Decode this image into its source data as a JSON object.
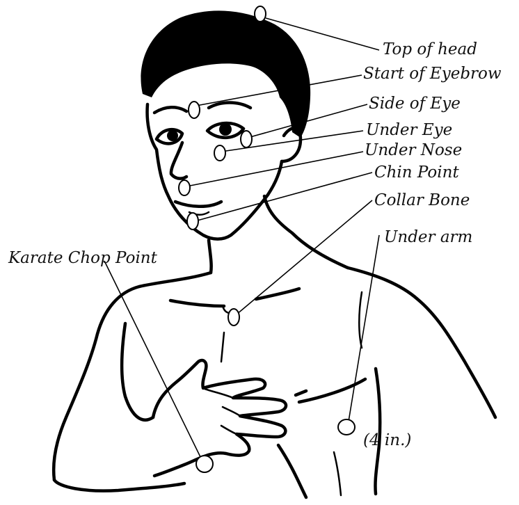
{
  "labels": {
    "top_of_head": "Top of head",
    "start_of_eyebrow": "Start of Eyebrow",
    "side_of_eye": "Side of Eye",
    "under_eye": "Under Eye",
    "under_nose": "Under Nose",
    "chin_point": "Chin Point",
    "collar_bone": "Collar Bone",
    "under_arm": "Under arm",
    "karate_chop_point": "Karate Chop Point",
    "under_arm_note": "(4 in.)"
  },
  "colors": {
    "ink": "#000000",
    "background": "#ffffff",
    "point_fill": "#ffffff"
  }
}
